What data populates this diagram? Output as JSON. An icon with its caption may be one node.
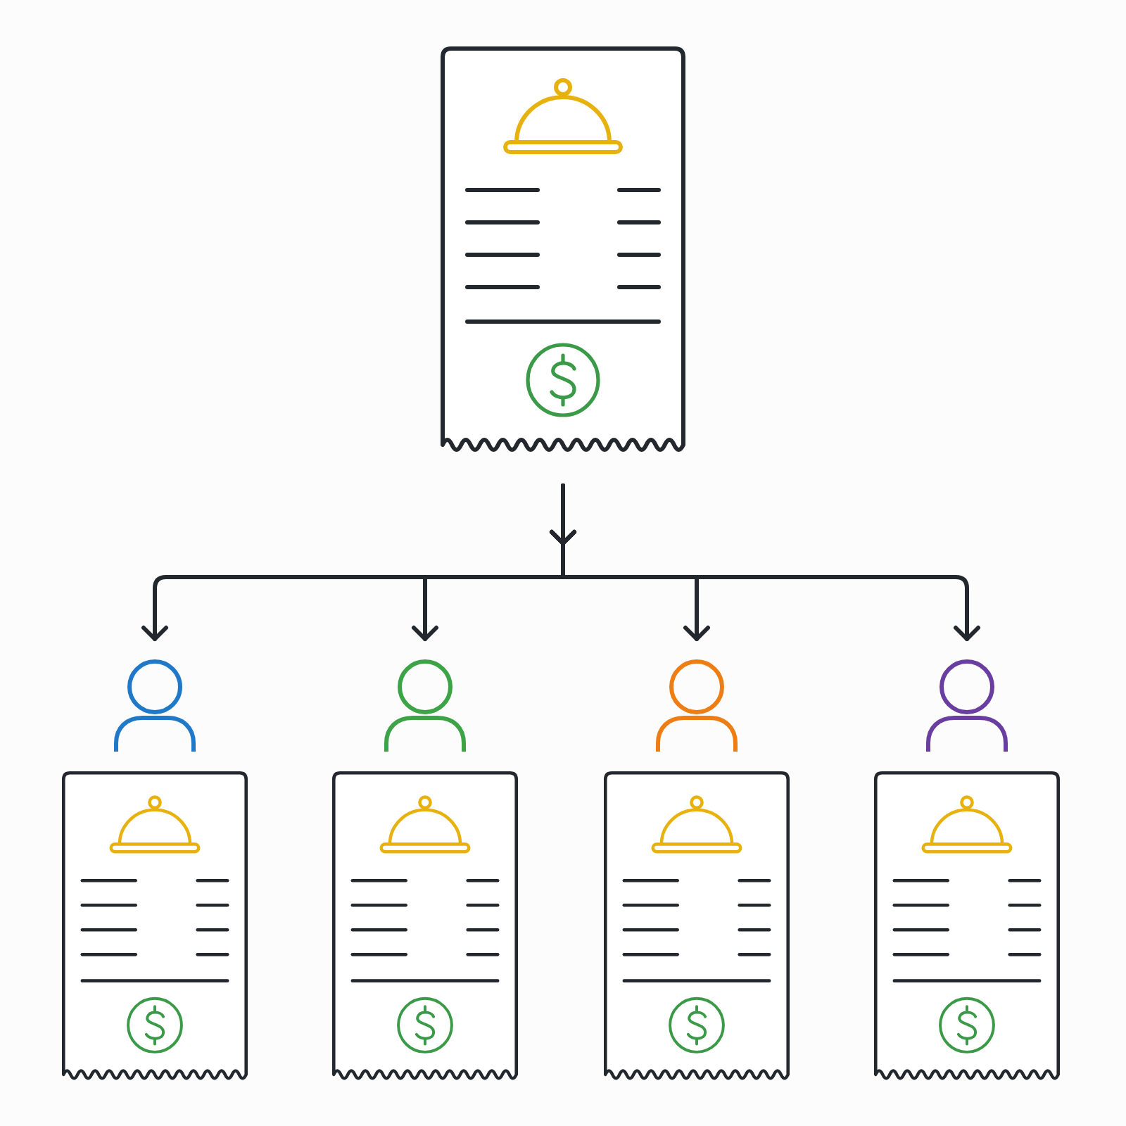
{
  "diagram": {
    "nodes": [
      {
        "text": [],
        "shape": "picture"
      },
      {
        "text": [],
        "shape": "person"
      },
      {
        "text": [],
        "shape": "person"
      },
      {
        "text": [],
        "shape": "person"
      },
      {
        "text": [],
        "shape": "person"
      },
      {
        "text": [],
        "shape": "picture"
      },
      {
        "text": [],
        "shape": "picture"
      },
      {
        "text": [],
        "shape": "picture"
      },
      {
        "text": [],
        "shape": "picture"
      }
    ],
    "edges": [
      {
        "from": 0,
        "to": 1,
        "arrow": "to"
      },
      {
        "from": 0,
        "to": 2,
        "arrow": "to"
      },
      {
        "from": 0,
        "to": 3,
        "arrow": "to"
      },
      {
        "from": 0,
        "to": 4,
        "arrow": "to"
      }
    ]
  }
}
